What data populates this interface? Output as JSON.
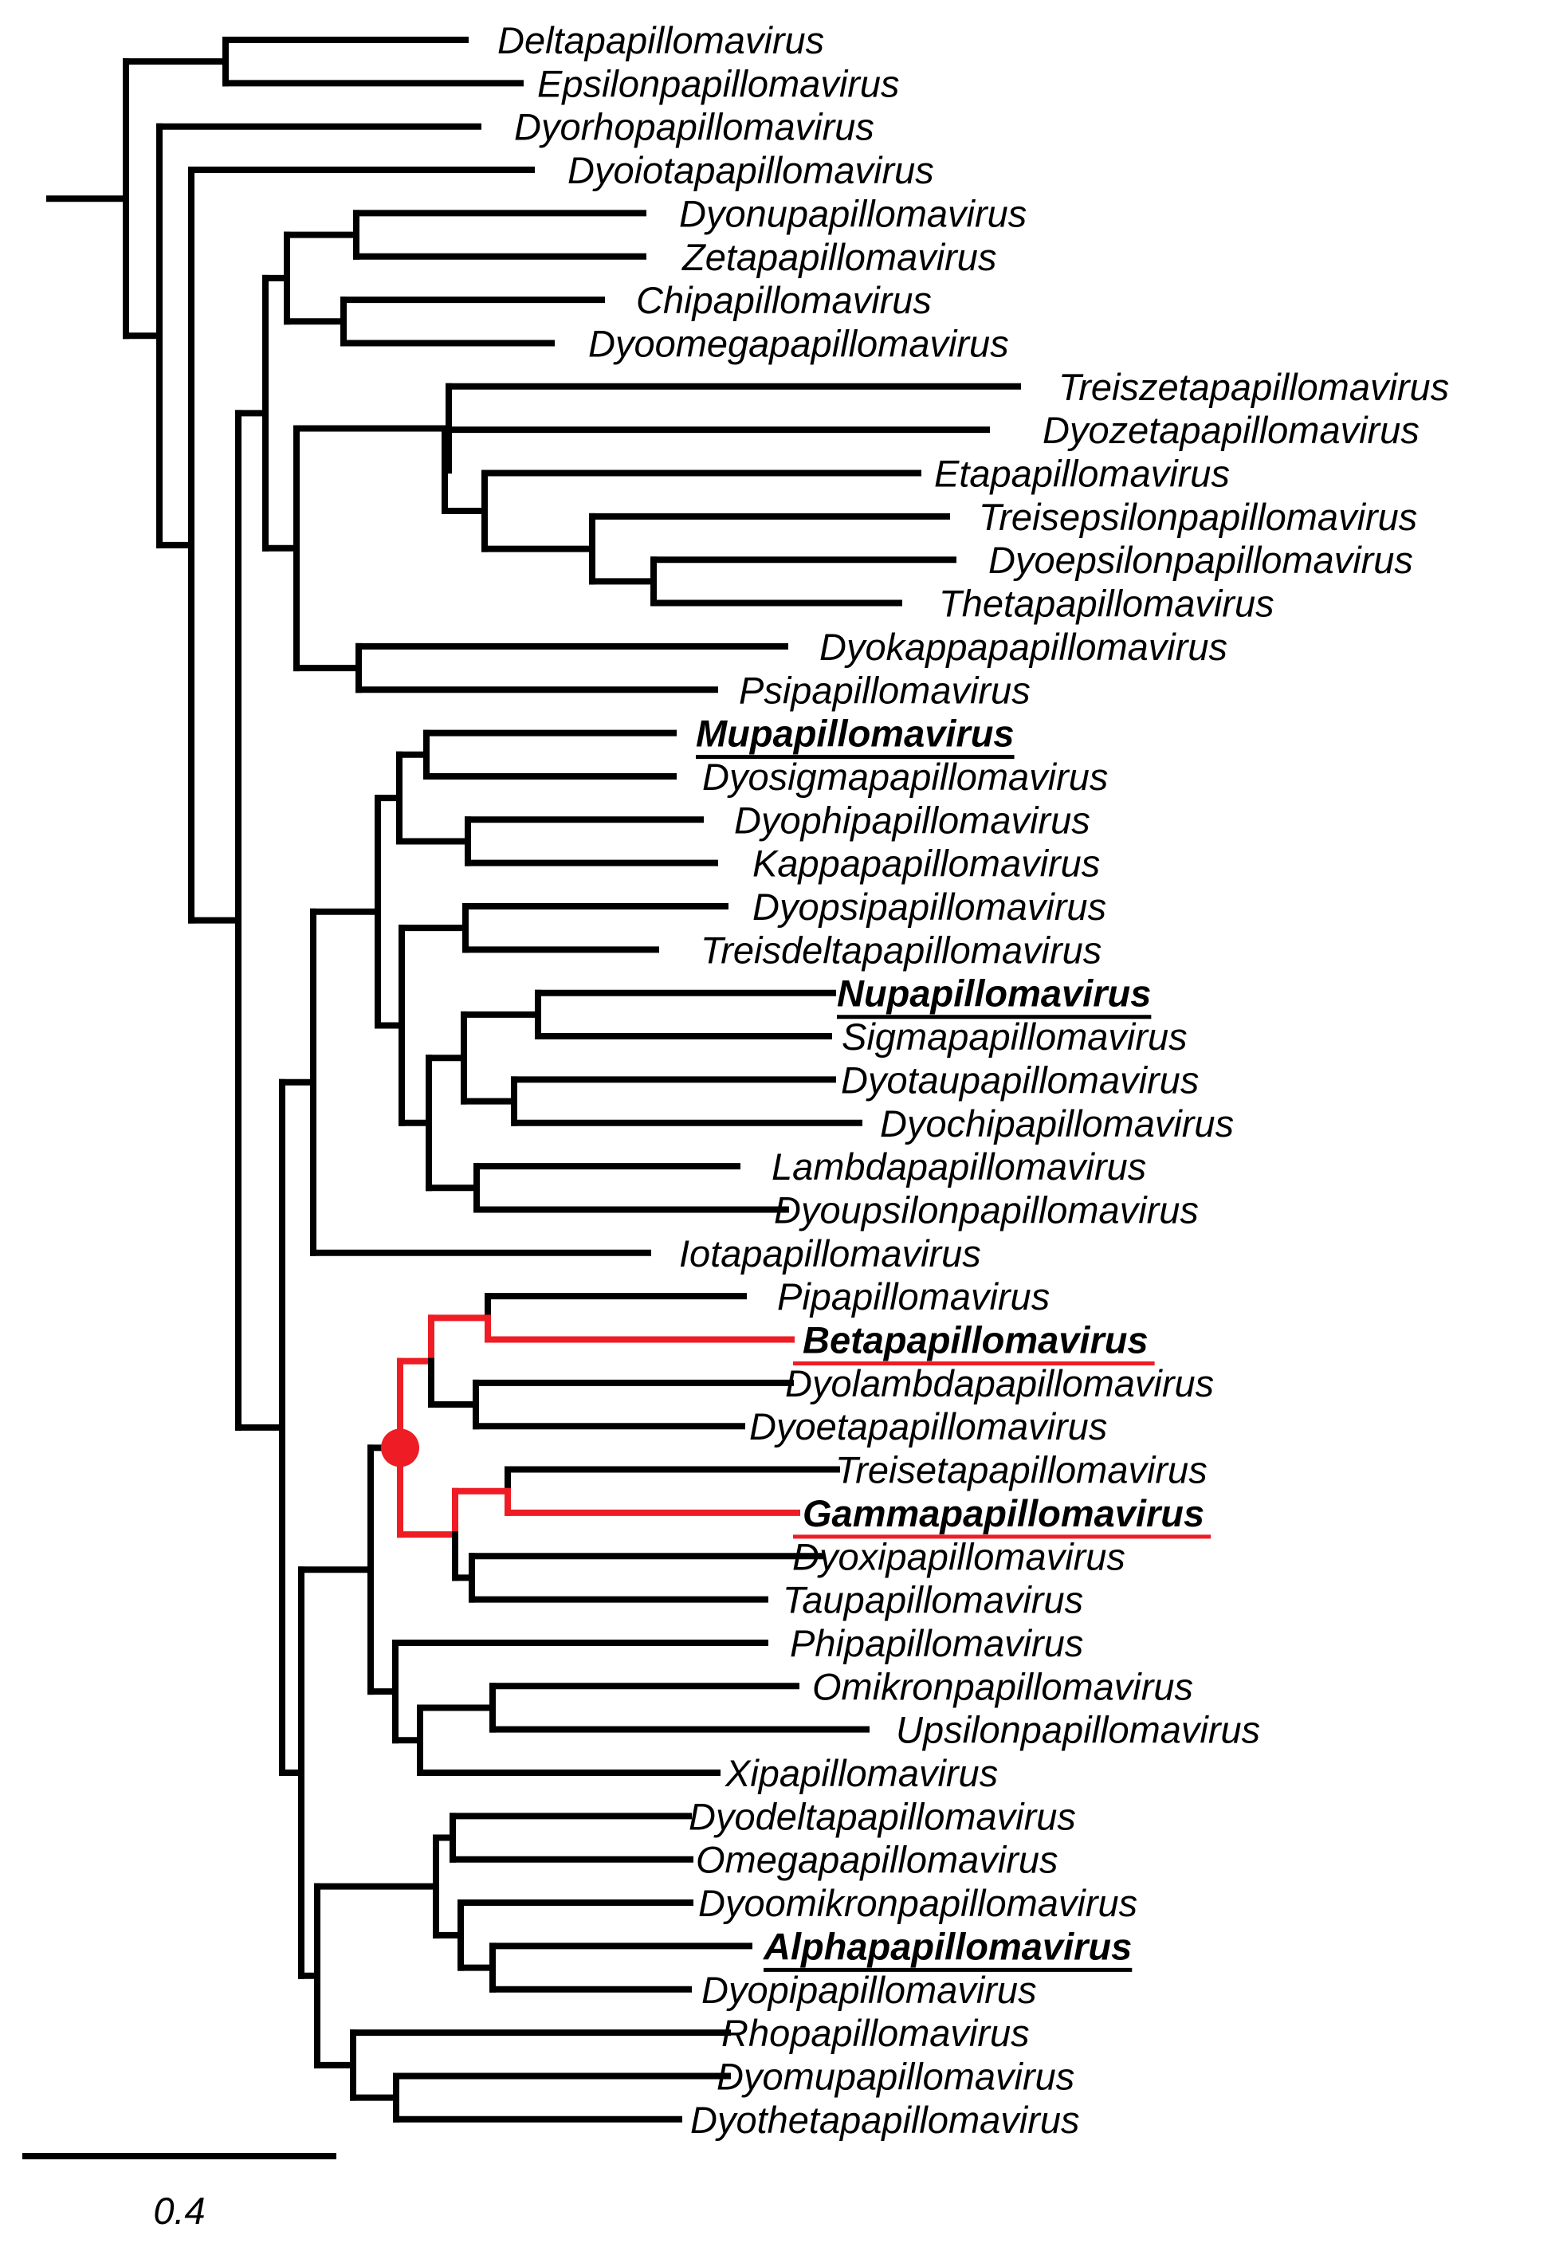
{
  "colors": {
    "branch": "#000000",
    "highlight": "#ee1c24"
  },
  "taxa": [
    {
      "name": "Deltapapillomavirus"
    },
    {
      "name": "Epsilonpapillomavirus"
    },
    {
      "name": "Dyorhopapillomavirus"
    },
    {
      "name": "Dyoiotapapillomavirus"
    },
    {
      "name": "Dyonupapillomavirus"
    },
    {
      "name": "Zetapapillomavirus"
    },
    {
      "name": "Chipapillomavirus"
    },
    {
      "name": "Dyoomegapapillomavirus"
    },
    {
      "name": "Treiszetapapillomavirus"
    },
    {
      "name": "Dyozetapapillomavirus"
    },
    {
      "name": "Etapapillomavirus"
    },
    {
      "name": "Treisepsilonpapillomavirus"
    },
    {
      "name": "Dyoepsilonpapillomavirus"
    },
    {
      "name": "Thetapapillomavirus"
    },
    {
      "name": "Dyokappapapillomavirus"
    },
    {
      "name": "Psipapillomavirus"
    },
    {
      "name": "Mupapillomavirus",
      "highlight": "bold-underline"
    },
    {
      "name": "Dyosigmapapillomavirus"
    },
    {
      "name": "Dyophipapillomavirus"
    },
    {
      "name": "Kappapapillomavirus"
    },
    {
      "name": "Dyopsipapillomavirus"
    },
    {
      "name": "Treisdeltapapillomavirus"
    },
    {
      "name": "Nupapillomavirus",
      "highlight": "bold-underline"
    },
    {
      "name": "Sigmapapillomavirus"
    },
    {
      "name": "Dyotaupapillomavirus"
    },
    {
      "name": "Dyochipapillomavirus"
    },
    {
      "name": "Lambdapapillomavirus"
    },
    {
      "name": "Dyoupsilonpapillomavirus"
    },
    {
      "name": "Iotapapillomavirus"
    },
    {
      "name": "Pipapillomavirus"
    },
    {
      "name": "Betapapillomavirus",
      "highlight": "bold-red-underline"
    },
    {
      "name": "Dyolambdapapillomavirus"
    },
    {
      "name": "Dyoetapapillomavirus"
    },
    {
      "name": "Treisetapapillomavirus"
    },
    {
      "name": "Gammapapillomavirus",
      "highlight": "bold-red-underline"
    },
    {
      "name": "Dyoxipapillomavirus"
    },
    {
      "name": "Taupapillomavirus"
    },
    {
      "name": "Phipapillomavirus"
    },
    {
      "name": "Omikronpapillomavirus"
    },
    {
      "name": "Upsilonpapillomavirus"
    },
    {
      "name": "Xipapillomavirus"
    },
    {
      "name": "Dyodeltapapillomavirus"
    },
    {
      "name": "Omegapapillomavirus"
    },
    {
      "name": "Dyoomikronpapillomavirus"
    },
    {
      "name": "Alphapapillomavirus",
      "highlight": "bold-underline"
    },
    {
      "name": "Dyopipapillomavirus"
    },
    {
      "name": "Rhopapillomavirus"
    },
    {
      "name": "Dyomupapillomavirus"
    },
    {
      "name": "Dyothetapapillomavirus"
    }
  ],
  "scale_bar": {
    "value": 0.4,
    "label": "0.4"
  }
}
